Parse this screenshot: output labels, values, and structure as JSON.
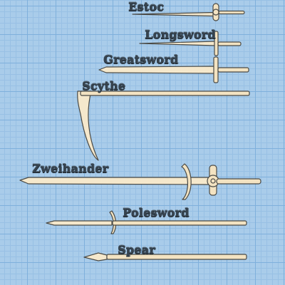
{
  "weapons": {
    "estoc": "Estoc",
    "longsword": "Longsword",
    "greatsword": "Greatsword",
    "scythe": "Scythe",
    "zweihander": "Zweihander",
    "polesword": "Polesword",
    "spear": "Spear"
  },
  "colors": {
    "grid_background": "#a9ccea",
    "grid_lines": "#7fb0dc",
    "weapon_fill": "#f3e3c2",
    "outline": "#4a4a46",
    "label_text": "#36434f"
  }
}
